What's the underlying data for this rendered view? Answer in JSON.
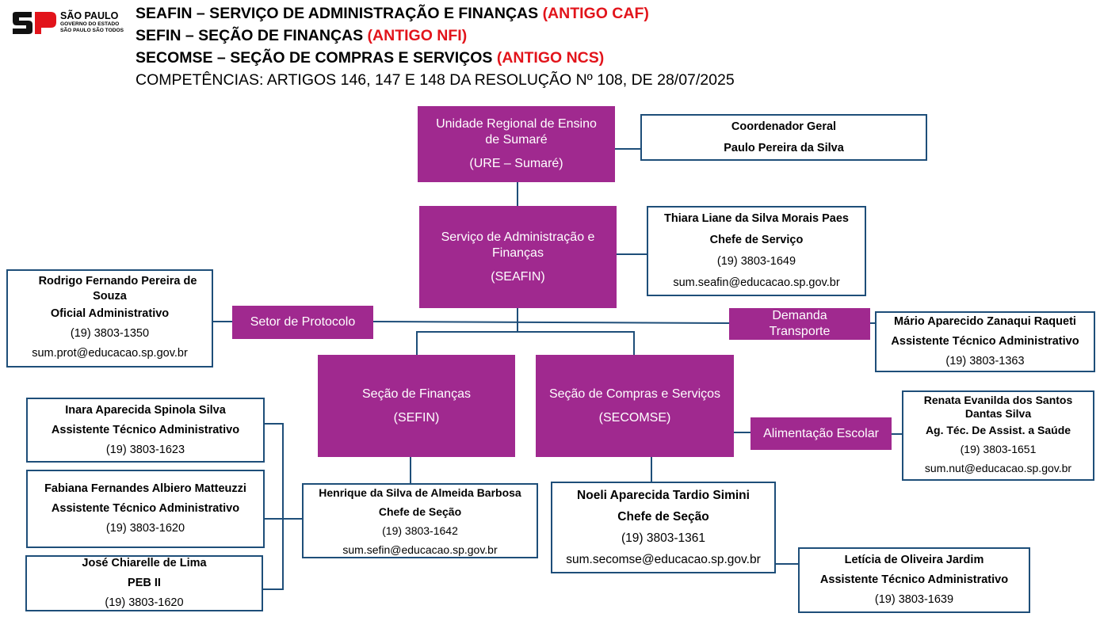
{
  "logo": {
    "line1": "SÃO PAULO",
    "line2": "GOVERNO DO ESTADO",
    "line3": "SÃO PAULO SÃO TODOS",
    "brand_color": "#e2141b"
  },
  "header": {
    "line1_main": "SEAFIN – SERVIÇO DE ADMINISTRAÇÃO E FINANÇAS",
    "line1_red": "(ANTIGO CAF)",
    "line2_main": "SEFIN – SEÇÃO DE FINANÇAS",
    "line2_red": "(ANTIGO NFI)",
    "line3_main": "SECOMSE – SEÇÃO DE COMPRAS E SERVIÇOS",
    "line3_red": "(ANTIGO NCS)",
    "line4": "COMPETÊNCIAS: ARTIGOS 146, 147 E 148 DA RESOLUÇÃO Nº 108, DE 28/07/2025"
  },
  "colors": {
    "unit_fill": "#a0298f",
    "box_border": "#1e4e79",
    "highlight": "#e2141b"
  },
  "units": {
    "ure": {
      "line1": "Unidade Regional de Ensino",
      "line2": "de Sumaré",
      "line3": "(URE – Sumaré)"
    },
    "seafin": {
      "line1": "Serviço de Administração e",
      "line2": "Finanças",
      "line3": "(SEAFIN)"
    },
    "protocolo": "Setor de Protocolo",
    "transporte": {
      "line1": "Demanda",
      "line2": "Transporte"
    },
    "sefin": {
      "line1": "Seção de Finanças",
      "line2": "(SEFIN)"
    },
    "secomse": {
      "line1": "Seção de Compras e Serviços",
      "line2": "(SECOMSE)"
    },
    "alimentacao": "Alimentação Escolar"
  },
  "people": {
    "coordenador": {
      "role": "Coordenador Geral",
      "name": "Paulo Pereira da Silva"
    },
    "thiara": {
      "name": "Thiara Liane da Silva Morais Paes",
      "role": "Chefe de Serviço",
      "phone": "(19) 3803-1649",
      "email": "sum.seafin@educacao.sp.gov.br"
    },
    "rodrigo": {
      "name1": "Rodrigo Fernando Pereira de",
      "name2": "Souza",
      "role": "Oficial Administrativo",
      "phone": "(19) 3803-1350",
      "email": "sum.prot@educacao.sp.gov.br"
    },
    "mario": {
      "name": "Mário Aparecido Zanaqui Raqueti",
      "role": "Assistente Técnico Administrativo",
      "phone": "(19) 3803-1363"
    },
    "renata": {
      "name1": "Renata Evanilda dos Santos",
      "name2": "Dantas Silva",
      "role": "Ag. Téc. De Assist. a Saúde",
      "phone": "(19) 3803-1651",
      "email": "sum.nut@educacao.sp.gov.br"
    },
    "inara": {
      "name": "Inara Aparecida Spinola Silva",
      "role": "Assistente Técnico Administrativo",
      "phone": "(19) 3803-1623"
    },
    "fabiana": {
      "name": "Fabiana Fernandes Albiero Matteuzzi",
      "role": "Assistente Técnico Administrativo",
      "phone": "(19) 3803-1620"
    },
    "jose": {
      "name": "José Chiarelle de Lima",
      "role": "PEB II",
      "phone": "(19) 3803-1620"
    },
    "henrique": {
      "name": "Henrique da Silva de Almeida Barbosa",
      "role": "Chefe de Seção",
      "phone": "(19) 3803-1642",
      "email": "sum.sefin@educacao.sp.gov.br"
    },
    "noeli": {
      "name": "Noeli Aparecida Tardio Simini",
      "role": "Chefe de Seção",
      "phone": "(19) 3803-1361",
      "email": "sum.secomse@educacao.sp.gov.br"
    },
    "leticia": {
      "name": "Letícia de Oliveira Jardim",
      "role": "Assistente Técnico Administrativo",
      "phone": "(19) 3803-1639"
    }
  }
}
